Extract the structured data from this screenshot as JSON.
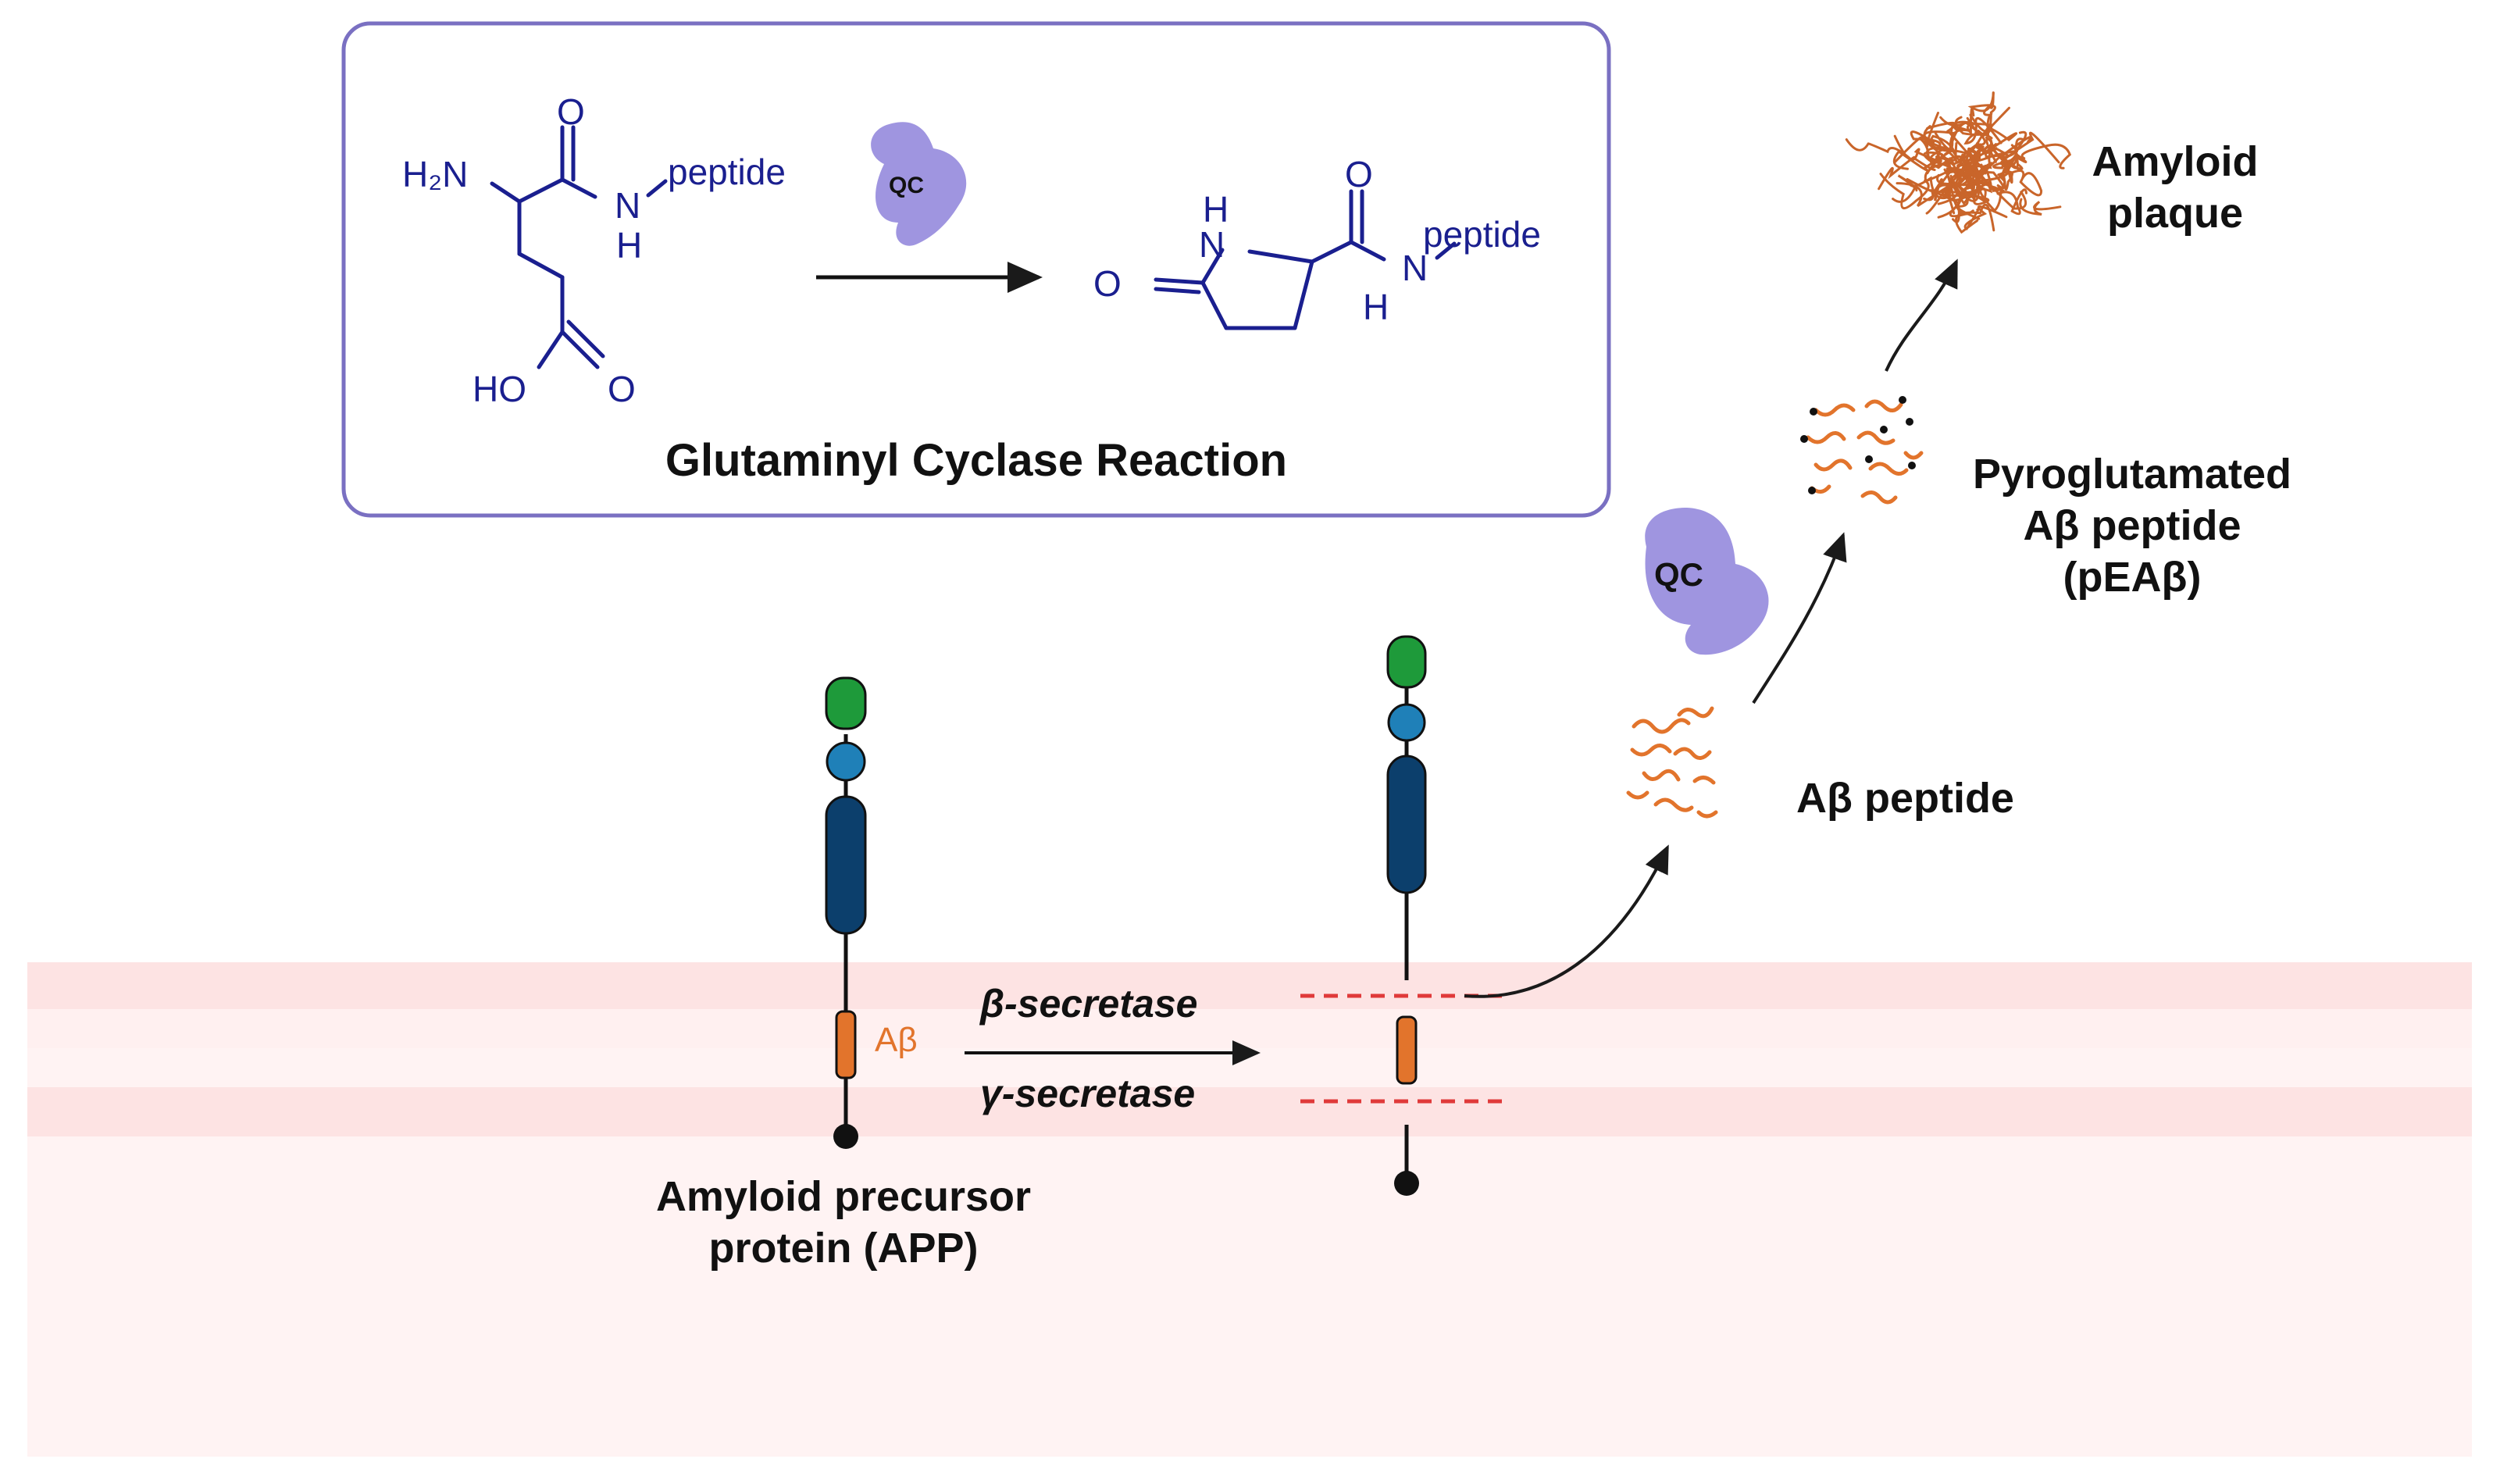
{
  "reaction_box": {
    "title": "Glutaminyl Cyclase Reaction",
    "enzyme": "QC",
    "reactant": {
      "amine": "H₂N",
      "carbonyl_o": "O",
      "amide_n": "N",
      "amide_h": "H",
      "peptide": "peptide",
      "acid_ho": "HO",
      "acid_o": "O"
    },
    "product": {
      "ring_o": "O",
      "ring_n": "N",
      "ring_h": "H",
      "carbonyl_o": "O",
      "amide_n": "N",
      "amide_h": "H",
      "peptide": "peptide"
    }
  },
  "app": {
    "label_line1": "Amyloid precursor",
    "label_line2": "protein (APP)",
    "abeta_tag": "Aβ"
  },
  "cleavage": {
    "beta": "β-secretase",
    "gamma": "γ-secretase"
  },
  "pathway": {
    "abeta_peptide": "Aβ peptide",
    "qc": "QC",
    "pyro_line1": "Pyroglutamated",
    "pyro_line2": "Aβ peptide",
    "pyro_line3": "(pEAβ)",
    "plaque_line1": "Amyloid",
    "plaque_line2": "plaque"
  },
  "colors": {
    "membrane_dark": "#fde4e4",
    "membrane_light": "#fff1f1",
    "domain_green": "#1e9a3a",
    "domain_teal": "#1f80b8",
    "domain_navy": "#0c3f6c",
    "abeta_orange": "#e2742c",
    "qc_purple": "#9f95e0",
    "molecule_blue": "#1a1f8f",
    "cut_red": "#e03a3a"
  }
}
